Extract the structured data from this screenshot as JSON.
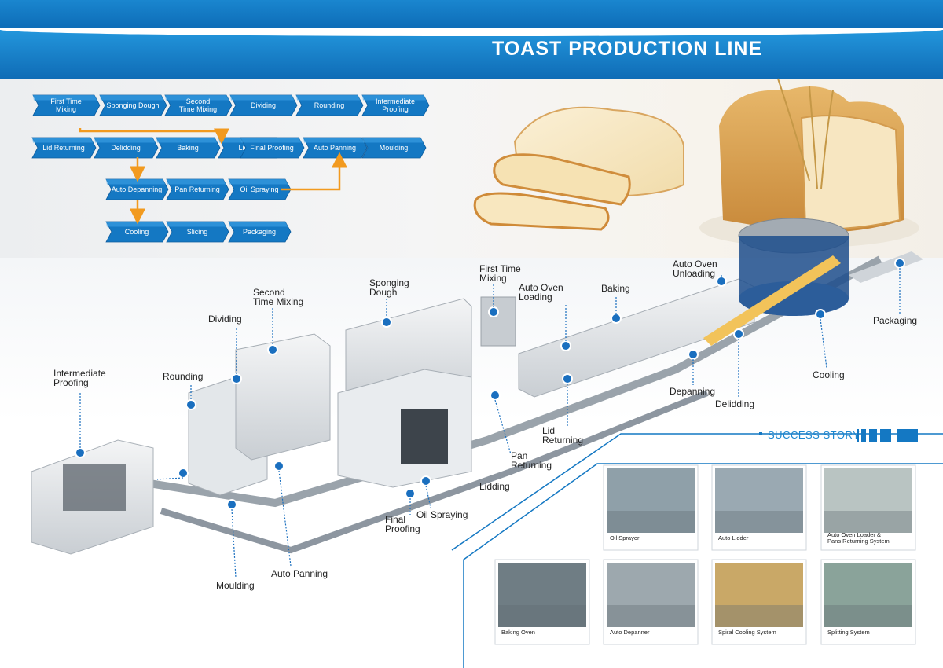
{
  "title": "TOAST PRODUCTION LINE",
  "colors": {
    "accent_blue": "#1478c3",
    "arrow_orange": "#f29a1f"
  },
  "flow": {
    "row1": [
      "First Time Mixing",
      "Sponging Dough",
      "Second Time Mixing",
      "Dividing",
      "Rounding",
      "Intermediate Proofing"
    ],
    "row2": [
      "Lid Returning",
      "Delidding",
      "Baking",
      "Lidding",
      "Final Proofing",
      "Auto Panning",
      "Moulding"
    ],
    "row3": [
      "Auto Depanning",
      "Pan Returning",
      "Oil Spraying"
    ],
    "row4": [
      "Cooling",
      "Slicing",
      "Packaging"
    ]
  },
  "callouts": {
    "intermediate_proofing": "Intermediate Proofing",
    "rounding": "Rounding",
    "dividing": "Dividing",
    "second_time_mixing": "Second Time Mixing",
    "sponging_dough": "Sponging Dough",
    "first_time_mixing": "First Time Mixing",
    "auto_oven_loading": "Auto Oven Loading",
    "baking": "Baking",
    "auto_oven_unloading": "Auto Oven Unloading",
    "packaging": "Packaging",
    "cooling": "Cooling",
    "depanning": "Depanning",
    "delidding": "Delidding",
    "lid_returning": "Lid Returning",
    "pan_returning": "Pan Returning",
    "lidding": "Lidding",
    "oil_spraying": "Oil Spraying",
    "final_proofing": "Final Proofing",
    "auto_panning": "Auto Panning",
    "moulding": "Moulding"
  },
  "success_story": {
    "heading": "SUCCESS STORY",
    "photos": [
      "Oil Sprayor",
      "Auto Lidder",
      "Auto Oven Loader & Pans Returning System",
      "Baking Oven",
      "Auto Depanner",
      "Spiral Cooling System",
      "Splitting System"
    ]
  }
}
